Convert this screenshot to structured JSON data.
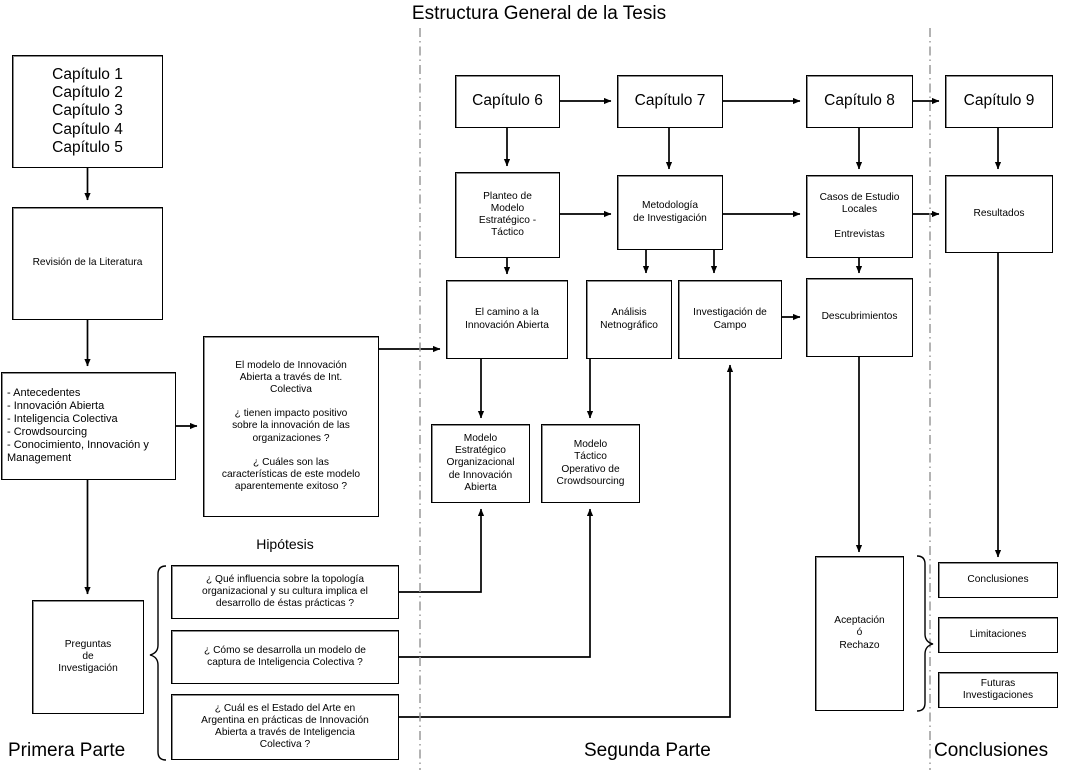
{
  "title": "Estructura General de la Tesis",
  "section_labels": {
    "left": "Primera Parte",
    "middle": "Segunda Parte",
    "right": "Conclusiones",
    "hypotheses_heading": "Hipótesis"
  },
  "colors": {
    "stroke": "#000000",
    "box_fill": "#ffffff",
    "shadow": "#8a8a8a",
    "divider": "#9a9a9a"
  },
  "boxes": {
    "chapters_1_5": "Capítulo 1\nCapítulo 2\nCapítulo 3\nCapítulo 4\nCapítulo 5",
    "literature_review": "Revisión de la Literatura",
    "topics_list": "- Antecedentes\n- Innovación Abierta\n- Inteligencia Colectiva\n- Crowdsourcing\n- Conocimiento, Innovación y\nManagement",
    "model_questions": "El modelo de  Innovación\nAbierta a través de Int.\nColectiva\n\n¿ tienen impacto positivo\nsobre la innovación de las\norganizaciones ?\n\n¿ Cuáles son las\ncaracterísticas de este modelo\naparentemente exitoso ?",
    "research_questions": "Preguntas\nde\nInvestigación",
    "hypothesis_1": "¿ Qué influencia sobre la topología\norganizacional y su cultura implica el\ndesarrollo de éstas prácticas ?",
    "hypothesis_2": "¿ Cómo se desarrolla un modelo de\ncaptura de Inteligencia Colectiva ?",
    "hypothesis_3": "¿ Cuál es el Estado del Arte en\nArgentina en prácticas de Innovación\nAbierta a través de Inteligencia\nColectiva ?",
    "chapter_6": "Capítulo 6",
    "chapter_7": "Capítulo 7",
    "chapter_8": "Capítulo 8",
    "chapter_9": "Capítulo 9",
    "strategic_tactic_model": "Planteo de\nModelo\nEstratégico -\nTáctico",
    "research_methodology": "Metodología\nde Investigación",
    "local_case_studies": "Casos de Estudio\nLocales\n\nEntrevistas",
    "results": "Resultados",
    "path_open_innovation": "El camino a la\nInnovación Abierta",
    "netnographic_analysis": "Análisis\nNetnográfico",
    "field_research": "Investigación de\nCampo",
    "findings": "Descubrimientos",
    "organizational_model": "Modelo\nEstratégico\nOrganizacional\nde Innovación\nAbierta",
    "tactical_model": "Modelo\nTáctico\nOperativo de\nCrowdsourcing",
    "acceptance_rejection": "Aceptación\nó\nRechazo",
    "conclusions": "Conclusiones",
    "limitations": "Limitaciones",
    "future_research": "Futuras\nInvestigaciones"
  }
}
